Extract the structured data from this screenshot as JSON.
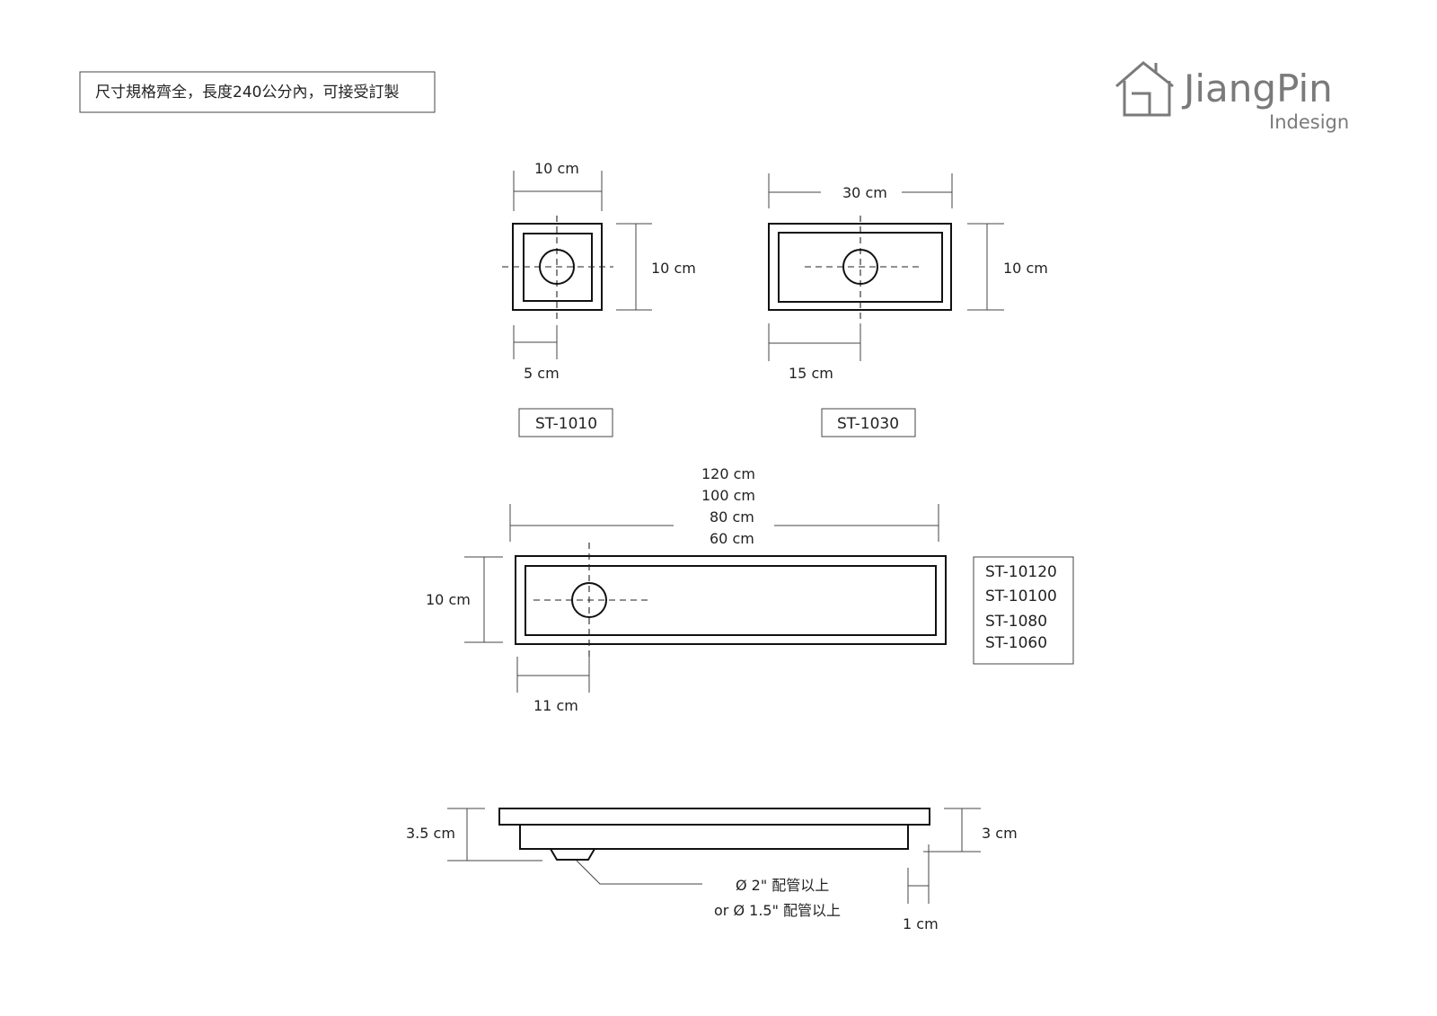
{
  "header": {
    "note": "尺寸規格齊全，長度240公分內，可接受訂製"
  },
  "logo": {
    "icon": "house-icon",
    "name": "JiangPin",
    "sub": "Indesign",
    "color": "#7a7a7a"
  },
  "st1010": {
    "width_label": "10 cm",
    "height_label": "10 cm",
    "offset_label": "5 cm",
    "code": "ST-1010"
  },
  "st1030": {
    "width_label": "30 cm",
    "height_label": "10 cm",
    "offset_label": "15 cm",
    "code": "ST-1030"
  },
  "long": {
    "lengths": [
      "120 cm",
      "100 cm",
      "80 cm",
      "60 cm"
    ],
    "height_label": "10 cm",
    "offset_label": "11 cm",
    "codes": [
      "ST-10120",
      "ST-10100",
      "ST-1080",
      "ST-1060"
    ]
  },
  "section": {
    "total_height_label": "3.5 cm",
    "body_height_label": "3 cm",
    "flange_label": "1 cm",
    "pipe_line1": "Ø    2\" 配管以上",
    "pipe_line2": "or  Ø 1.5\" 配管以上"
  }
}
